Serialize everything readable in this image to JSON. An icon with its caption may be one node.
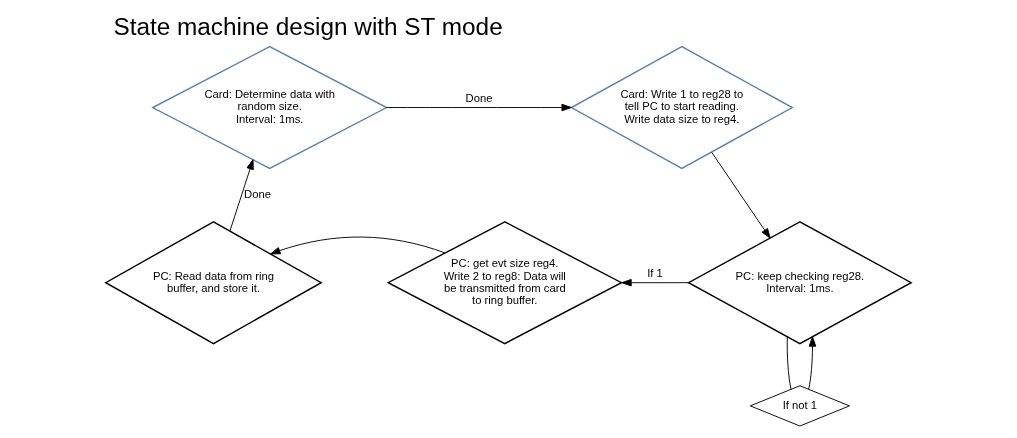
{
  "diagram": {
    "title": "State machine design with ST mode",
    "nodes": [
      {
        "text": [
          "Card: Determine data with random size.",
          "Interval: 1ms."
        ]
      },
      {
        "text": [
          "Card: Write 1 to reg28 to tell PC to start reading.",
          "Write data size to reg4."
        ]
      },
      {
        "text": [
          "PC: keep checking reg28.",
          "Interval: 1ms."
        ]
      },
      {
        "text": [
          "If not 1"
        ]
      },
      {
        "text": [
          "PC: get evt size reg4.",
          "Write 2 to reg8: Data will be transmitted from card to ring buffer."
        ]
      },
      {
        "text": [
          "PC: Read data from ring buffer, and store it."
        ]
      }
    ],
    "edges": [
      {
        "from": 0,
        "to": 1,
        "arrow": "to",
        "label": "Done"
      },
      {
        "from": 1,
        "to": 2,
        "arrow": "to"
      },
      {
        "from": 2,
        "to": 3,
        "arrow": "none"
      },
      {
        "from": 3,
        "to": 2,
        "arrow": "to"
      },
      {
        "from": 2,
        "to": 4,
        "arrow": "to",
        "label": "If 1"
      },
      {
        "from": 4,
        "to": 5,
        "arrow": "to"
      },
      {
        "from": 5,
        "to": 0,
        "arrow": "to",
        "label": "Done"
      }
    ]
  }
}
